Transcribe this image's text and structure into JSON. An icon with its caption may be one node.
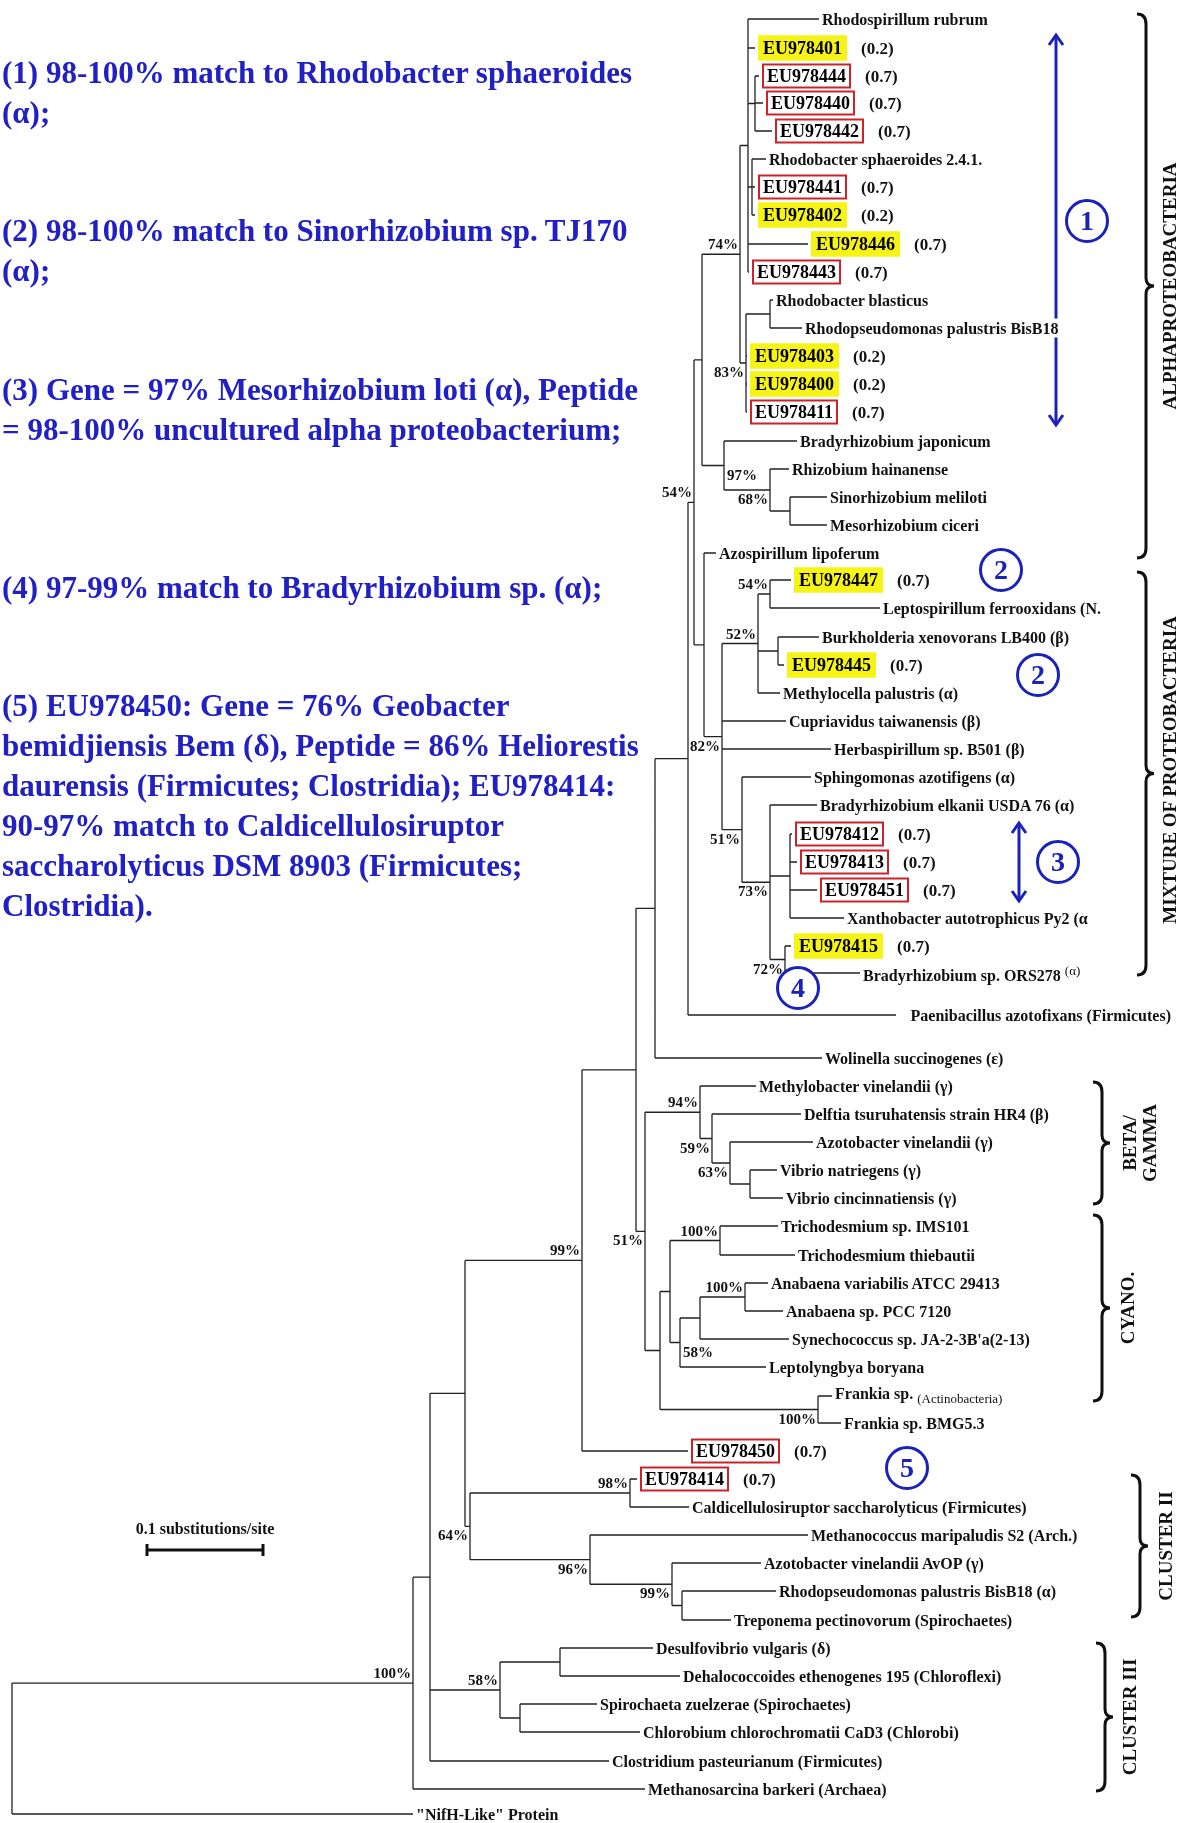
{
  "diagram": {
    "nodes": [
      {
        "text": [
          "EU978401"
        ],
        "beside": [
          "(0.2)"
        ]
      },
      {
        "text": [
          "EU978444"
        ],
        "beside": [
          "(0.7)"
        ]
      },
      {
        "text": [
          "EU978440"
        ],
        "beside": [
          "(0.7)"
        ]
      },
      {
        "text": [
          "EU978442"
        ],
        "beside": [
          "(0.7)"
        ]
      },
      {
        "text": [
          "EU978441"
        ],
        "beside": [
          "(0.7)"
        ]
      },
      {
        "text": [
          "EU978402"
        ],
        "beside": [
          "(0.2)"
        ]
      },
      {
        "text": [
          "EU978446"
        ],
        "beside": [
          "(0.7)"
        ]
      },
      {
        "text": [
          "EU978443"
        ],
        "beside": [
          "(0.7)"
        ]
      },
      {
        "text": [
          "EU978403"
        ],
        "beside": [
          "(0.2)"
        ]
      },
      {
        "text": [
          "EU978400"
        ],
        "beside": [
          "(0.2)"
        ]
      },
      {
        "text": [
          "EU978411"
        ],
        "beside": [
          "(0.7)"
        ]
      },
      {
        "text": [
          "1"
        ]
      },
      {
        "text": [
          "EU978447"
        ],
        "beside": [
          "(0.7)"
        ]
      },
      {
        "text": [
          "2"
        ]
      },
      {
        "text": [
          "EU978445"
        ],
        "beside": [
          "(0.7)"
        ]
      },
      {
        "text": [
          "2"
        ]
      },
      {
        "text": [
          "EU978412"
        ],
        "beside": [
          "(0.7)"
        ]
      },
      {
        "text": [
          "EU978413"
        ],
        "beside": [
          "(0.7)"
        ]
      },
      {
        "text": [
          "EU978451"
        ],
        "beside": [
          "(0.7)"
        ]
      },
      {
        "text": [
          "3"
        ]
      },
      {
        "text": [
          "EU978415"
        ],
        "beside": [
          "(0.7)"
        ]
      },
      {
        "text": [
          "4"
        ]
      },
      {
        "text": [
          "EU978450"
        ],
        "beside": [
          "(0.7)"
        ]
      },
      {
        "text": [
          "5"
        ]
      },
      {
        "text": [
          "EU978414"
        ],
        "beside": [
          "(0.7)"
        ]
      }
    ],
    "labels": [
      "(1) 98-100% match to Rhodobacter sphaeroides (α);",
      "(2) 98-100% match to Sinorhizobium sp. TJ170 (α);",
      "(3) Gene = 97% Mesorhizobium loti (α), Peptide = 98-100% uncultured alpha proteobacterium;",
      "(4) 97-99% match to Bradyrhizobium sp. (α);",
      "(5) EU978450: Gene = 76% Geobacter bemidjiensis Bem (δ), Peptide = 86% Heliorestis daurensis (Firmicutes; Clostridia); EU978414: 90-97% match to Caldicellulosiruptor saccharolyticus DSM 8903 (Firmicutes; Clostridia).",
      "Rhodospirillum rubrum",
      "Rhodobacter sphaeroides 2.4.1.",
      "Rhodobacter blasticus",
      "Rhodopseudomonas palustris BisB18",
      "Bradyrhizobium japonicum",
      "Rhizobium hainanense",
      "Sinorhizobium meliloti",
      "Mesorhizobium ciceri",
      "Azospirillum lipoferum",
      "Leptospirillum ferrooxidans (N.",
      "Burkholderia xenovorans LB400 (β)",
      "Methylocella palustris (α)",
      "Cupriavidus taiwanensis (β)",
      "Herbaspirillum sp. B501 (β)",
      "Sphingomonas azotifigens (α)",
      "Bradyrhizobium elkanii USDA 76 (α)",
      "Xanthobacter autotrophicus Py2 (α",
      "Bradyrhizobium sp. ORS278 $^{(α)}$",
      "Paenibacillus azotofixans (Firmicutes)",
      "Wolinella succinogenes (ε)",
      "Methylobacter vinelandii (γ)",
      "Delftia tsuruhatensis strain HR4 (β)",
      "Azotobacter vinelandii (γ)",
      "Vibrio natriegens (γ)",
      "Vibrio cincinnatiensis (γ)",
      "Trichodesmium sp. IMS101",
      "Trichodesmium thiebautii",
      "Anabaena variabilis ATCC 29413",
      "Anabaena sp. PCC 7120",
      "Synechococcus sp. JA-2-3B'a(2-13)",
      "Leptolyngbya boryana",
      "Frankia sp. $_{(Actinobacteria)}$",
      "Frankia sp. BMG5.3",
      "Caldicellulosiruptor saccharolyticus (Firmicutes)",
      "Methanococcus maripaludis S2 (Arch.)",
      "Azotobacter vinelandii AvOP (γ)",
      "Rhodopseudomonas palustris BisB18 (α)",
      "Treponema pectinovorum (Spirochaetes)",
      "Desulfovibrio vulgaris (δ)",
      "Dehalococcoides ethenogenes 195 (Chloroflexi)",
      "Spirochaeta zuelzerae (Spirochaetes)",
      "Chlorobium chlorochromatii CaD3 (Chlorobi)",
      "Clostridium pasteurianum (Firmicutes)",
      "Methanosarcina barkeri (Archaea)",
      "\"NifH-Like\" Protein",
      "74%",
      "83%",
      "97%",
      "68%",
      "54%",
      "54%",
      "52%",
      "82%",
      "51%",
      "73%",
      "72%",
      "94%",
      "59%",
      "51%",
      "63%",
      "100%",
      "100%",
      "99%",
      "58%",
      "100%",
      "98%",
      "64%",
      "96%",
      "99%",
      "58%",
      "100%",
      "ALPHAPROTEOBACTERIA",
      "MIXTURE OF PROTEOBACTERIA",
      "BETA/ GAMMA",
      "CYANO.",
      "CLUSTER II",
      "CLUSTER III",
      "0.1 substitutions/site"
    ]
  }
}
